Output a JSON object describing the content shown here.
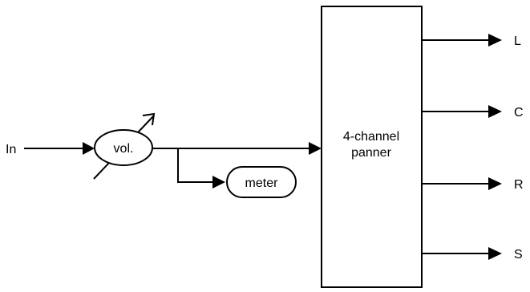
{
  "diagram": {
    "input_label": "In",
    "volume_label": "vol.",
    "meter_label": "meter",
    "panner_label_line1": "4-channel",
    "panner_label_line2": "panner",
    "outputs": [
      "L",
      "C",
      "R",
      "S"
    ]
  },
  "colors": {
    "stroke": "#000000",
    "background": "#ffffff"
  }
}
